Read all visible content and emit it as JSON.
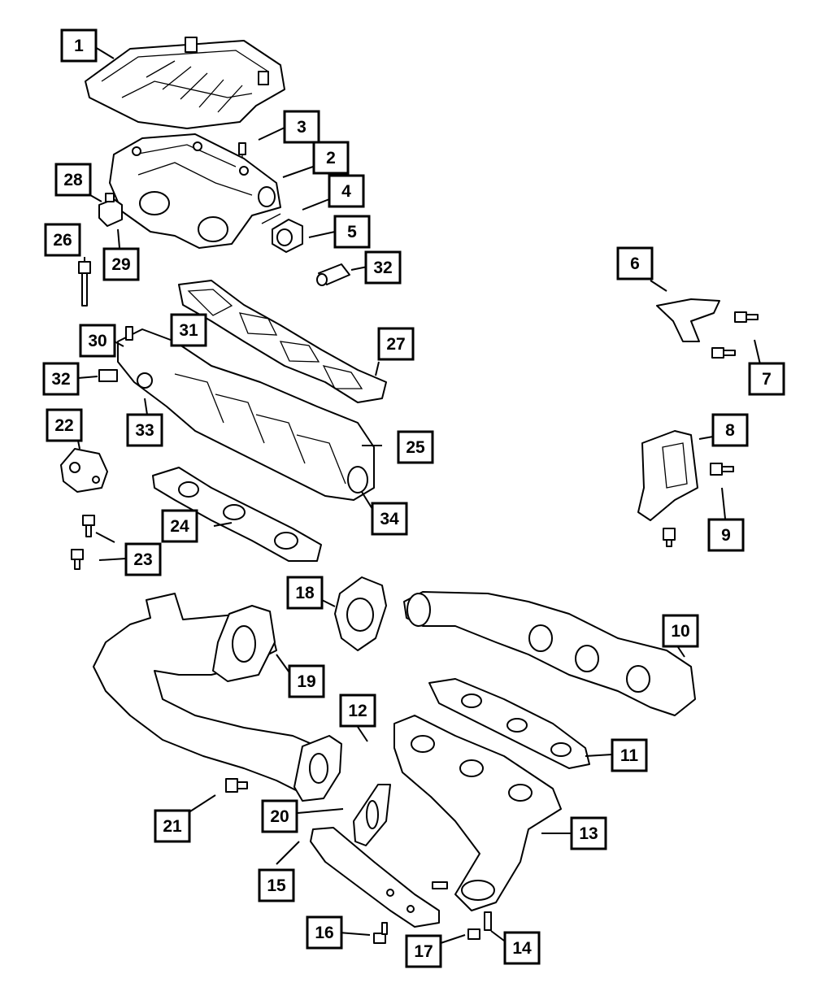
{
  "callouts": [
    {
      "n": "1"
    },
    {
      "n": "2"
    },
    {
      "n": "3"
    },
    {
      "n": "4"
    },
    {
      "n": "5"
    },
    {
      "n": "6"
    },
    {
      "n": "7"
    },
    {
      "n": "8"
    },
    {
      "n": "9"
    },
    {
      "n": "10"
    },
    {
      "n": "11"
    },
    {
      "n": "12"
    },
    {
      "n": "13"
    },
    {
      "n": "14"
    },
    {
      "n": "15"
    },
    {
      "n": "16"
    },
    {
      "n": "17"
    },
    {
      "n": "18"
    },
    {
      "n": "19"
    },
    {
      "n": "20"
    },
    {
      "n": "21"
    },
    {
      "n": "22"
    },
    {
      "n": "23"
    },
    {
      "n": "24"
    },
    {
      "n": "25"
    },
    {
      "n": "26"
    },
    {
      "n": "27"
    },
    {
      "n": "28"
    },
    {
      "n": "29"
    },
    {
      "n": "30"
    },
    {
      "n": "31"
    },
    {
      "n": "32"
    },
    {
      "n": "32"
    },
    {
      "n": "33"
    },
    {
      "n": "34"
    }
  ]
}
